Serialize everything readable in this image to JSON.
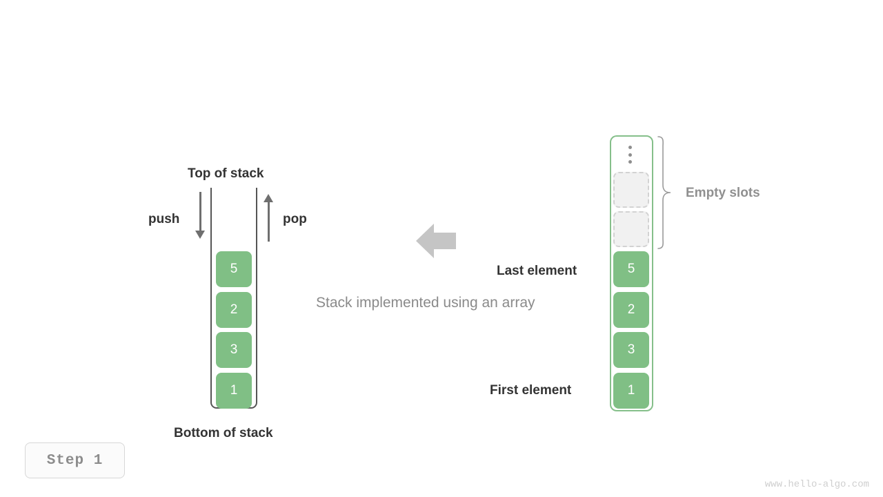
{
  "diagram": {
    "caption": "Stack implemented using an array",
    "colors": {
      "element_green": "#80bf85",
      "container_green": "#85bf8a",
      "label_dark": "#333333",
      "label_gray": "#909090",
      "arrow_gray": "#6f6f6f",
      "transform_arrow": "#c5c5c5",
      "empty_slot_fill": "#f1f1f1",
      "empty_slot_border": "#d2d2d2"
    },
    "left": {
      "top_label": "Top of stack",
      "bottom_label": "Bottom of stack",
      "push_label": "push",
      "pop_label": "pop",
      "cells": [
        "5",
        "2",
        "3",
        "1"
      ]
    },
    "right": {
      "empty_slots_label": "Empty slots",
      "last_element_label": "Last element",
      "first_element_label": "First element",
      "ellipsis_icon": "vertical-ellipsis-icon",
      "empty_slot_count": 2,
      "cells": [
        "5",
        "2",
        "3",
        "1"
      ]
    },
    "transform_arrow_icon": "left-arrow-icon",
    "step_badge": "Step  1",
    "watermark": "www.hello-algo.com"
  }
}
